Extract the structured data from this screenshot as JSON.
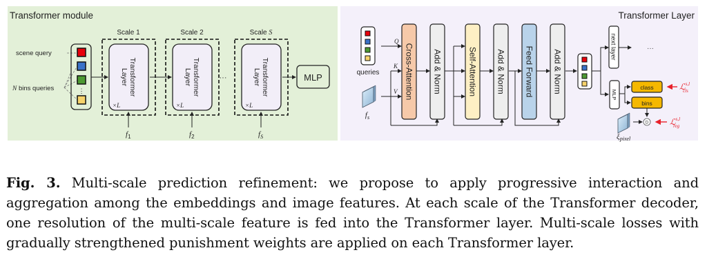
{
  "figure": {
    "left_panel": {
      "title": "Transformer module",
      "scene_query_label": "scene query",
      "bins_queries_label_var": "N",
      "bins_queries_label": " bins queries",
      "scales": [
        {
          "label": "Scale 1",
          "block": [
            "Transformer",
            "Layer"
          ],
          "repeat": "×L",
          "feature": "f",
          "feature_sub": "1"
        },
        {
          "label": "Scale 2",
          "block": [
            "Transformer",
            "Layer"
          ],
          "repeat": "×L",
          "feature": "f",
          "feature_sub": "2"
        },
        {
          "label": "Scale ",
          "label_var": "S",
          "block": [
            "Transformer",
            "Layer"
          ],
          "repeat": "×L",
          "feature": "f",
          "feature_sub": "S"
        }
      ],
      "ellipsis": "···",
      "output_block": "MLP",
      "query_colors": [
        "#e8000b",
        "#3a72c8",
        "#4d9a32",
        "#f7d36b"
      ]
    },
    "right_panel": {
      "title": "Transformer Layer",
      "queries_label": "queries",
      "feature_label": "f",
      "feature_sub": "s",
      "qkv": [
        "Q",
        "K",
        "V"
      ],
      "blocks": [
        {
          "label": "Cross-Attention",
          "color": "#f6c9a9"
        },
        {
          "label": "Add & Norm",
          "color": "#eeeeee"
        },
        {
          "label": "Self-Attention",
          "color": "#fdefc4"
        },
        {
          "label": "Add & Norm",
          "color": "#eeeeee"
        },
        {
          "label": "Feed Forward",
          "color": "#b9d3ea"
        },
        {
          "label": "Add & Norm",
          "color": "#eeeeee"
        }
      ],
      "next_layer": "next layer",
      "next_ellipsis": "···",
      "mlp": "MLP",
      "class_label": "class",
      "bins_label": "bins",
      "dot_op": "D",
      "pixel_label": "ξ",
      "pixel_sub": "pixel",
      "loss_cls": "ℒ",
      "loss_cls_sup": "s,l",
      "loss_cls_sub": "cls",
      "loss_reg": "ℒ",
      "loss_reg_sup": "s,l",
      "loss_reg_sub": "reg",
      "head_color": "#f5b800",
      "loss_color": "#e8202a"
    }
  },
  "caption": {
    "label": "Fig. 3.",
    "text": " Multi-scale prediction refinement: we propose to apply progressive interaction and aggregation among the embeddings and image features. At each scale of the Transformer decoder, one resolution of the multi-scale feature is fed into the Transformer layer. Multi-scale losses with gradually strengthened punishment weights are applied on each Transformer layer."
  }
}
